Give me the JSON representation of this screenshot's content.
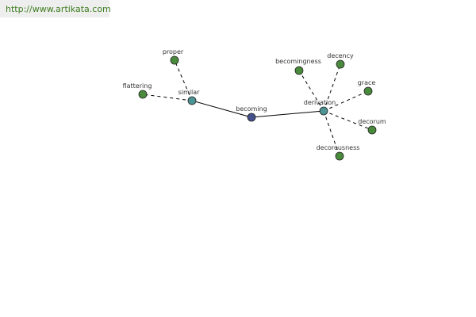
{
  "site": {
    "url": "http://www.artikata.com"
  },
  "graph": {
    "nodes": [
      {
        "id": "becoming",
        "label": "becoming",
        "kind": "root",
        "color": "#44508c"
      },
      {
        "id": "similar",
        "label": "similar",
        "kind": "relation",
        "color": "#4c9494"
      },
      {
        "id": "derivation",
        "label": "derivation",
        "kind": "relation",
        "color": "#4c9494"
      },
      {
        "id": "proper",
        "label": "proper",
        "kind": "leaf",
        "color": "#4a8a3c"
      },
      {
        "id": "flattering",
        "label": "flattering",
        "kind": "leaf",
        "color": "#4a8a3c"
      },
      {
        "id": "becomingness",
        "label": "becomingness",
        "kind": "leaf",
        "color": "#4a8a3c"
      },
      {
        "id": "decency",
        "label": "decency",
        "kind": "leaf",
        "color": "#4a8a3c"
      },
      {
        "id": "grace",
        "label": "grace",
        "kind": "leaf",
        "color": "#4a8a3c"
      },
      {
        "id": "decorum",
        "label": "decorum",
        "kind": "leaf",
        "color": "#4a8a3c"
      },
      {
        "id": "decorousness",
        "label": "decorousness",
        "kind": "leaf",
        "color": "#4a8a3c"
      }
    ],
    "edges": [
      {
        "from": "becoming",
        "to": "similar",
        "style": "solid"
      },
      {
        "from": "becoming",
        "to": "derivation",
        "style": "solid"
      },
      {
        "from": "similar",
        "to": "proper",
        "style": "dashed"
      },
      {
        "from": "similar",
        "to": "flattering",
        "style": "dashed"
      },
      {
        "from": "derivation",
        "to": "becomingness",
        "style": "dashed"
      },
      {
        "from": "derivation",
        "to": "decency",
        "style": "dashed"
      },
      {
        "from": "derivation",
        "to": "grace",
        "style": "dashed"
      },
      {
        "from": "derivation",
        "to": "decorum",
        "style": "dashed"
      },
      {
        "from": "derivation",
        "to": "decorousness",
        "style": "dashed"
      }
    ]
  }
}
